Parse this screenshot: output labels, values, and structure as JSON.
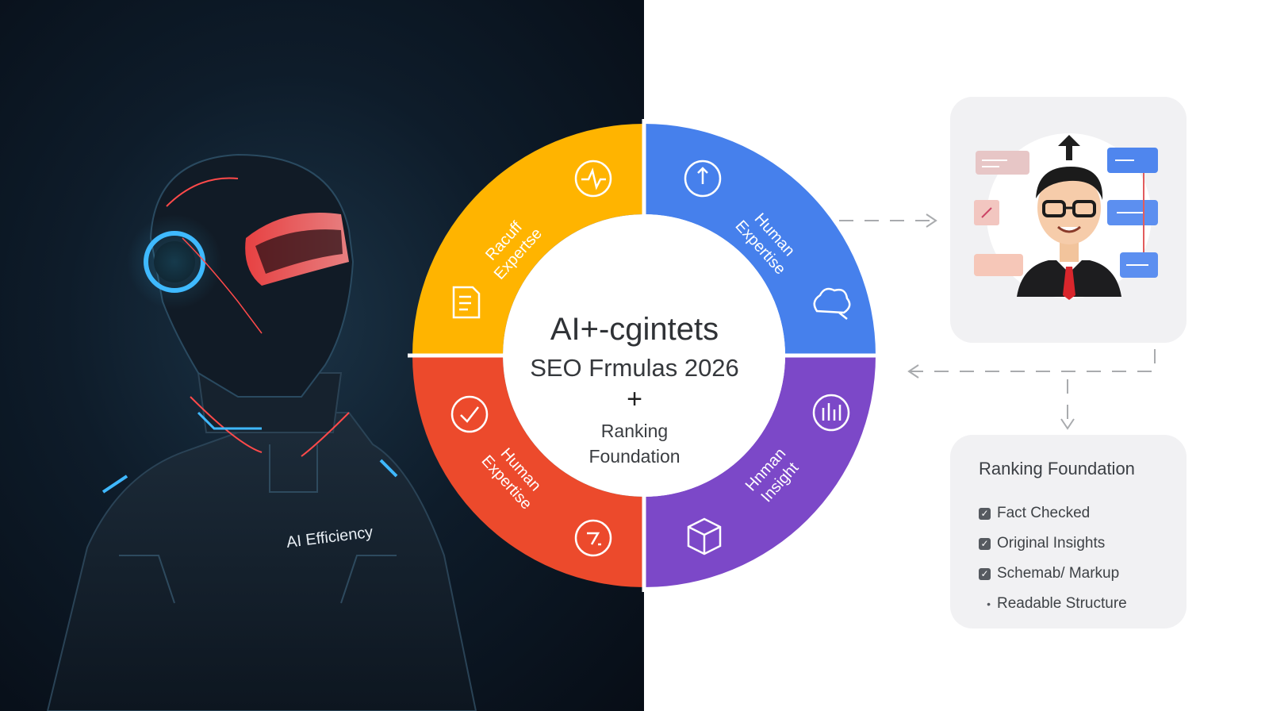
{
  "center": {
    "title": "AI+-cgintets",
    "subtitle": "SEO Frmulas 2026",
    "plus": "+",
    "ranking": "Ranking",
    "foundation": "Foundation"
  },
  "segments": {
    "top_left": {
      "label_1": "Racuff",
      "label_2": "Expertse",
      "color": "#ffb400",
      "icon": "activity-icon",
      "icon2": "document-icon"
    },
    "top_right": {
      "label_1": "Human",
      "label_2": "Expertise",
      "color": "#4680ec",
      "icon": "refresh-icon",
      "icon2": "cloud-icon"
    },
    "bottom_left": {
      "label_1": "Human",
      "label_2": "Expertise",
      "color": "#ec4a2c",
      "icon": "check-circle-icon",
      "icon2": "refresh-icon"
    },
    "bottom_right": {
      "label_1": "Hnman",
      "label_2": "Insight",
      "color": "#7c48c8",
      "icon": "chart-icon",
      "icon2": "cube-icon"
    }
  },
  "robot": {
    "chest_label": "AI Efficiency"
  },
  "foundation_card": {
    "title": "Ranking Foundation",
    "items": [
      {
        "label": "Fact Checked",
        "marker": "check"
      },
      {
        "label": "Original Insights",
        "marker": "check"
      },
      {
        "label": "Schemab/ Markup",
        "marker": "check"
      },
      {
        "label": "Readable Structure",
        "marker": "dot"
      }
    ]
  },
  "expert_card": {
    "icon": "expert-avatar-icon",
    "arrow": "arrow-up-icon"
  }
}
